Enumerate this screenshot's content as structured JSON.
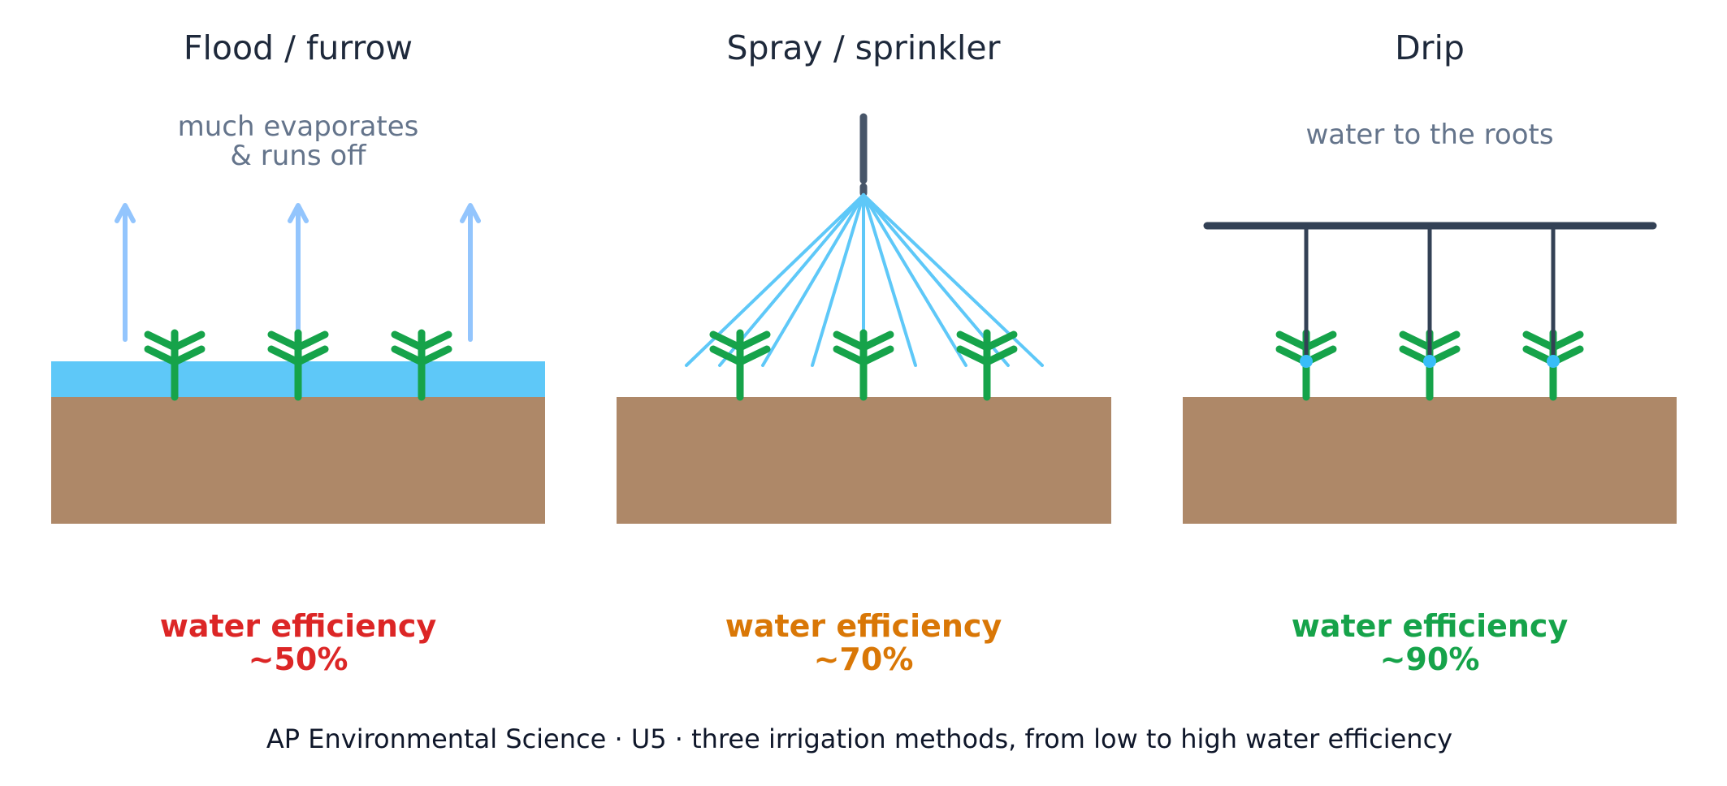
{
  "panels": [
    {
      "title": "Flood / furrow",
      "note_lines": [
        "much evaporates",
        "& runs off"
      ],
      "efficiency_label": "water efficiency",
      "efficiency_value": "~50%",
      "efficiency_color": "#dc2626"
    },
    {
      "title": "Spray / sprinkler",
      "note_lines": [],
      "efficiency_label": "water efficiency",
      "efficiency_value": "~70%",
      "efficiency_color": "#d97706"
    },
    {
      "title": "Drip",
      "note_lines": [
        "water to the roots"
      ],
      "efficiency_label": "water efficiency",
      "efficiency_value": "~90%",
      "efficiency_color": "#16a34a"
    }
  ],
  "caption": "AP Environmental Science · U5 · three irrigation methods, from low to high water efficiency",
  "colors": {
    "soil": "#ae8868",
    "flood_water": "#5ec8f8",
    "evaporation_arrow": "#93c5fd",
    "spray_stream": "#5ec8f8",
    "plant": "#16a34a",
    "pipe": "#334155",
    "drip_emitter": "#38bdf8"
  },
  "icons": [
    "evaporation-arrow-icon",
    "plant-icon",
    "sprinkler-head-icon",
    "drip-line-icon"
  ]
}
